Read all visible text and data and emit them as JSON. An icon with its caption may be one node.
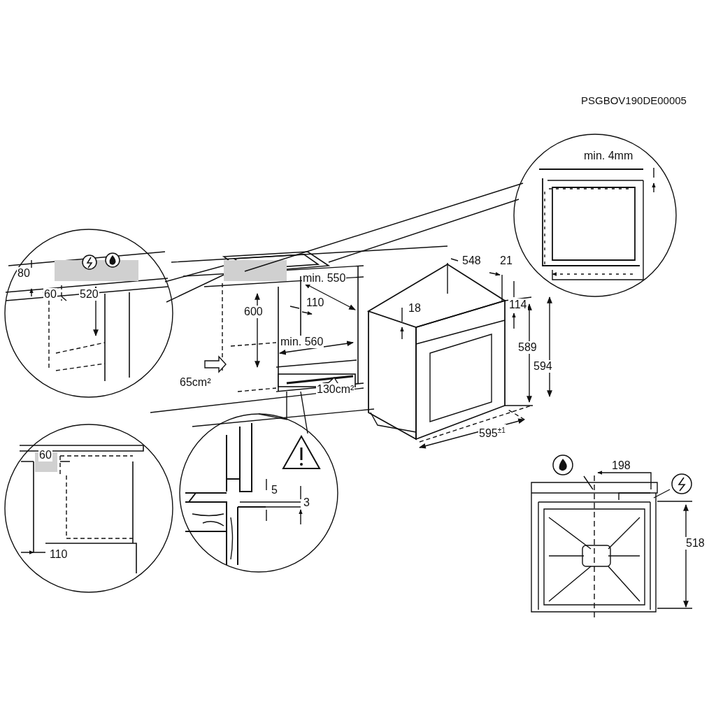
{
  "diagram": {
    "labels": [
      "PSGBOV190DE00005",
      "min. 4mm",
      "548",
      "21",
      "80",
      "min. 550",
      "114",
      "18",
      "60",
      "520",
      "600",
      "110",
      "589",
      "min. 560",
      "594",
      "65cm²",
      "130cm²",
      "595$^{±1}$",
      "60",
      "198",
      "5",
      "3",
      "518",
      "110"
    ]
  }
}
